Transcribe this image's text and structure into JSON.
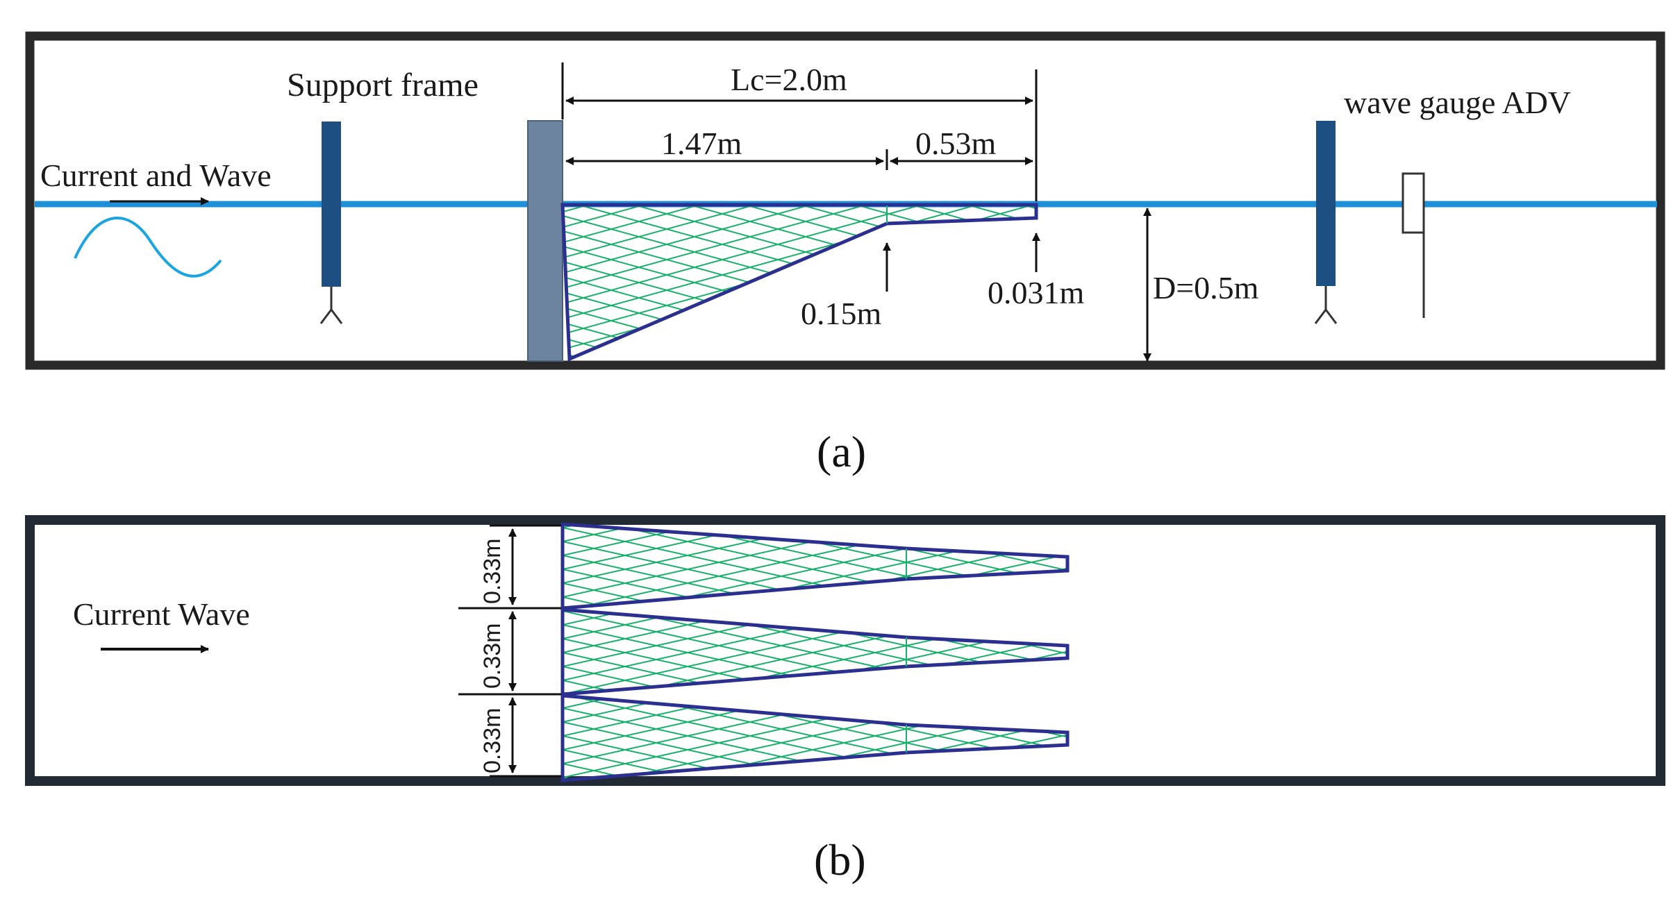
{
  "panel_a": {
    "support_frame_label": "Support frame",
    "flow_label": "Current  and Wave",
    "total_length_label": "Lc=2.0m",
    "front_length_label": "1.47m",
    "rear_length_label": "0.53m",
    "mid_depth_label": "0.15m",
    "end_depth_label": "0.031m",
    "water_depth_label": "D=0.5m",
    "instrument_label": "wave gauge ADV",
    "caption": "(a)"
  },
  "panel_b": {
    "flow_label": "Current Wave",
    "width_labels": [
      "0.33m",
      "0.33m",
      "0.33m"
    ],
    "caption": "(b)"
  },
  "colors": {
    "tank_border": "#2a2a2a",
    "water_line": "#1f8fd8",
    "wave_curve": "#1aa5e0",
    "post": "#1d4f82",
    "support_frame": "#6d84a0",
    "net_mesh": "#17b06a",
    "net_outline": "#2b2f8f",
    "dimension": "#111111"
  }
}
